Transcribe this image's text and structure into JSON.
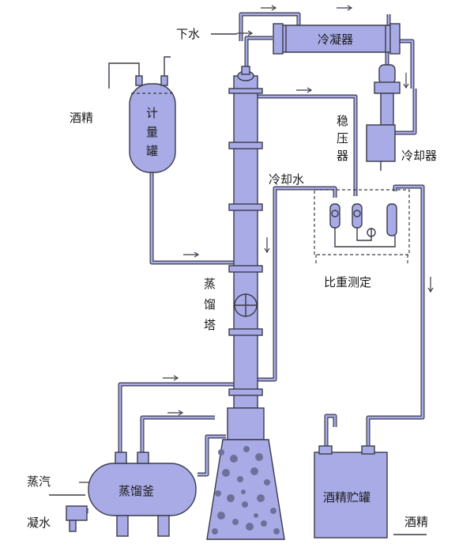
{
  "labels": {
    "condenser": "冷凝器",
    "water_in": "下水",
    "alcohol_in": "酒精",
    "meter_tank": "计量罐",
    "stabilizer": "稳压器",
    "cooler": "冷却器",
    "cooling_water": "冷却水",
    "gravity_test": "比重测定",
    "column": "蒸馏塔",
    "still": "蒸馏釜",
    "steam": "蒸汽",
    "condensate": "凝水",
    "storage_tank": "酒精贮罐",
    "alcohol_out": "酒精"
  },
  "colors": {
    "equipment": "#a9abe7",
    "outline": "#3a3a4a",
    "packing": "#6e7099"
  }
}
